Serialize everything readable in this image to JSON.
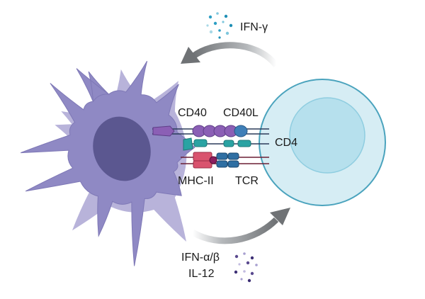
{
  "labels": {
    "ifn_gamma": "IFN-γ",
    "cd40": "CD40",
    "cd40l": "CD40L",
    "cd4": "CD4",
    "mhc_ii": "MHC-II",
    "tcr": "TCR",
    "ifn_alpha_beta": "IFN-α/β",
    "il12": "IL-12"
  },
  "colors": {
    "dendritic_cell": "#8f89c4",
    "dendritic_cell_back": "#b8b3da",
    "dendritic_nucleus": "#5b5790",
    "t_cell": "#d6edf4",
    "t_cell_border": "#4aa3bd",
    "t_cell_nucleus": "#b6e0ed",
    "cd40": "#8b5fb5",
    "cd40l": "#3f7fb8",
    "cd4": "#2aa3a3",
    "mhc_ii": "#d9536e",
    "tcr": "#2f6fa3",
    "arrow": "#7a7d80",
    "ifn_gamma_dots": "#3aa7c8",
    "ifn_il12_dots": "#5a4a8f"
  },
  "icons": {
    "dendritic_cell": "dendritic-cell-icon",
    "t_cell": "t-cell-icon",
    "ifn_gamma_particles": "cytokine-particles-icon",
    "il12_particles": "cytokine-particles-icon"
  }
}
